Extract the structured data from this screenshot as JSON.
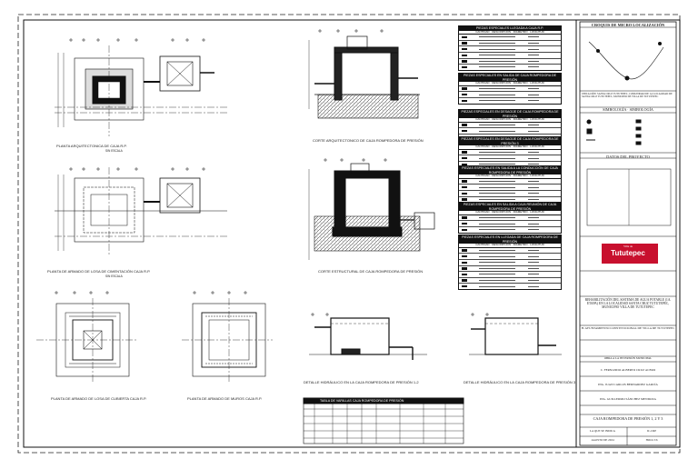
{
  "captions": {
    "plan_arch": "PLANTA ARQUITECTONICA DE CAJA R.P.",
    "plan_slab": "PLANTA DE ARMADO DE LOSA DE CIMENTACIÓN CAJA R.P.",
    "plan_cover": "PLANTA DE ARMADO DE LOSA DE CUBIERTA CAJA R.P.",
    "plan_walls": "PLANTA DE ARMADO DE MUROS CAJA R.P.",
    "sec_arch": "CORTE ARQUITECTONICO DE CAJA ROMPEDORA DE PRESIÓN",
    "sec_struct": "CORTE ESTRUCTURAL DE CAJA ROMPEDORA DE PRESIÓN",
    "iso_a": "DETALLE HIDRÁULICO EN LA CAJA ROMPEDORA DE PRESIÓN 1-2",
    "iso_b": "DETALLE HIDRÁULICO EN LA CAJA ROMPEDORA DE PRESIÓN 3",
    "scale": "SIN ESCALA"
  },
  "tables": [
    {
      "title": "PIEZAS ESPECIALES LLEGADA A CAJA R.P.",
      "rows": 6
    },
    {
      "title": "PIEZAS ESPECIALES EN SALIDA DE CAJA ROMPEDORA DE PRESIÓN",
      "rows": 3
    },
    {
      "title": "PIEZAS ESPECIALES EN DESAGÜE DE CAJA ROMPEDORA DE PRESIÓN",
      "rows": 4
    },
    {
      "title": "PIEZAS ESPECIALES EN DESAGÜE DE CAJA ROMPEDORA DE PRESIÓN 3",
      "rows": 4
    },
    {
      "title": "PIEZAS ESPECIALES EN SALIDA A LA CONDUCCIÓN DE CAJA ROMPEDORA DE PRESIÓN",
      "rows": 4
    },
    {
      "title": "PIEZAS ESPECIALES EN SALIDA A CAJA REUNIÓN DE CAJA ROMPEDORA DE PRESIÓN",
      "rows": 3
    },
    {
      "title": "PIEZAS ESPECIALES EN LLEGADA DE CAJA ROMPEDORA DE PRESIÓN",
      "rows": 7
    }
  ],
  "table_headers": [
    "CANTIDAD",
    "DESCRIPCIÓN",
    "DIÁMETRO",
    "LONGITUD"
  ],
  "bottom_table_title": "TABLA DE VARILLAS CAJA ROMPEDORA DE PRESIÓN",
  "title_block": {
    "location_header": "CROQUIS DE MICRO LOCALIZACIÓN",
    "location_note": "UBICACIÓN: SANTA CRUZ TUTUTEPEC, COMUNIDAD DE LA LOCALIDAD DE SANTA CRUZ TUTUTEPEC, MUNICIPIO DE VILLA DE TUTUTEPEC",
    "legend_header": "SIMBOLOGÍA · SIMBOLOGÍA",
    "project_header": "DATOS DEL PROYECTO",
    "logo_text": "Tututepec",
    "logo_sub": "Villa de",
    "project_name": "REHABILITACIÓN DEL SISTEMA DE AGUA POTABLE (1A. ETAPA) EN LA LOCALIDAD SANTA CRUZ TUTUTEPEC, MUNICIPIO VILLA DE TUTUTEPEC",
    "client": "H. AYUNTAMIENTO CONSTITUCIONAL DE VILLA DE TUTUTEPEC",
    "authority_header": "OBRA A LA INVERSIÓN MUNICIPAL",
    "signer1": "C. FERNANDO ALBERTO CRUZ ACERO",
    "signer2": "ING. JUAN CARLOS BERNARDEZ GARCÍA",
    "signer3": "ING. GUILLERMO SÁNCHEZ MENDOZA",
    "drawing_title": "CAJA ROMPEDORA DE PRESIÓN 1, 2 Y 3",
    "footer_left": "LA QUE SE INDICA",
    "footer_right": "IC-CRP",
    "footer_left2": "AGOSTO DE 2024",
    "footer_right2": "HOJA 5/6"
  }
}
